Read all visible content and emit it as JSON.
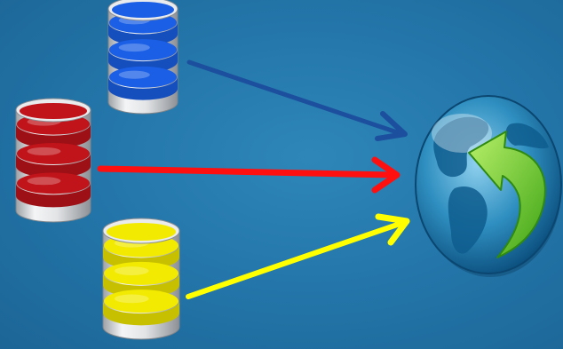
{
  "diagram": {
    "background_color": "#2477ab",
    "databases": [
      {
        "id": "blue",
        "color": "#1a5fe6",
        "icon": "database-icon"
      },
      {
        "id": "red",
        "color": "#c0141a",
        "icon": "database-icon"
      },
      {
        "id": "yellow",
        "color": "#f2ea00",
        "icon": "database-icon"
      }
    ],
    "arrows": [
      {
        "from": "blue",
        "to": "globe",
        "color": "#1c4f9e"
      },
      {
        "from": "red",
        "to": "globe",
        "color": "#ff1010"
      },
      {
        "from": "yellow",
        "to": "globe",
        "color": "#ffff00"
      }
    ],
    "target": {
      "icon": "globe-icon",
      "accent_icon": "curved-return-arrow-icon",
      "accent_color": "#59c71c"
    }
  }
}
